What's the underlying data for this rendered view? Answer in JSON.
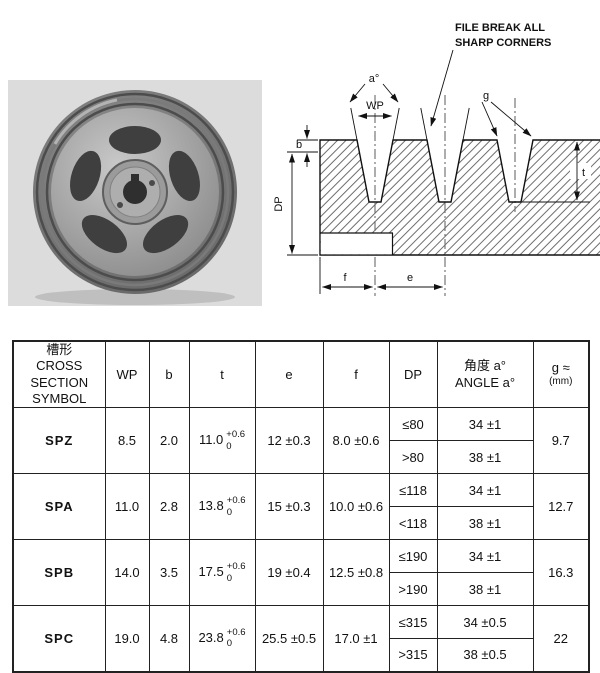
{
  "diagram": {
    "note_line1": "FILE BREAK ALL",
    "note_line2": "SHARP CORNERS",
    "labels": {
      "angle": "a°",
      "wp": "WP",
      "g": "g",
      "b": "b",
      "dp": "DP",
      "t": "t",
      "f": "f",
      "e": "e"
    }
  },
  "table": {
    "headers": {
      "symbol_cn": "槽形",
      "symbol_l1": "CROSS",
      "symbol_l2": "SECTION",
      "symbol_l3": "SYMBOL",
      "wp": "WP",
      "b": "b",
      "t": "t",
      "e": "e",
      "f": "f",
      "dp": "DP",
      "angle_cn": "角度  a°",
      "angle_en": "ANGLE  a°",
      "g_l1": "g ≈",
      "g_l2": "(mm)"
    },
    "rows": [
      {
        "symbol": "SPZ",
        "wp": "8.5",
        "b": "2.0",
        "t_base": "11.0",
        "t_tol_up": "+0.6",
        "t_tol_dn": "0",
        "e": "12 ±0.3",
        "f": "8.0 ±0.6",
        "dp1": "≤80",
        "angle1": "34 ±1",
        "dp2": ">80",
        "angle2": "38 ±1",
        "g": "9.7"
      },
      {
        "symbol": "SPA",
        "wp": "11.0",
        "b": "2.8",
        "t_base": "13.8",
        "t_tol_up": "+0.6",
        "t_tol_dn": "0",
        "e": "15 ±0.3",
        "f": "10.0 ±0.6",
        "dp1": "≤118",
        "angle1": "34 ±1",
        "dp2": "<118",
        "angle2": "38 ±1",
        "g": "12.7"
      },
      {
        "symbol": "SPB",
        "wp": "14.0",
        "b": "3.5",
        "t_base": "17.5",
        "t_tol_up": "+0.6",
        "t_tol_dn": "0",
        "e": "19 ±0.4",
        "f": "12.5 ±0.8",
        "dp1": "≤190",
        "angle1": "34 ±1",
        "dp2": ">190",
        "angle2": "38 ±1",
        "g": "16.3"
      },
      {
        "symbol": "SPC",
        "wp": "19.0",
        "b": "4.8",
        "t_base": "23.8",
        "t_tol_up": "+0.6",
        "t_tol_dn": "0",
        "e": "25.5 ±0.5",
        "f": "17.0  ±1",
        "dp1": "≤315",
        "angle1": "34 ±0.5",
        "dp2": ">315",
        "angle2": "38 ±0.5",
        "g": "22"
      }
    ]
  }
}
